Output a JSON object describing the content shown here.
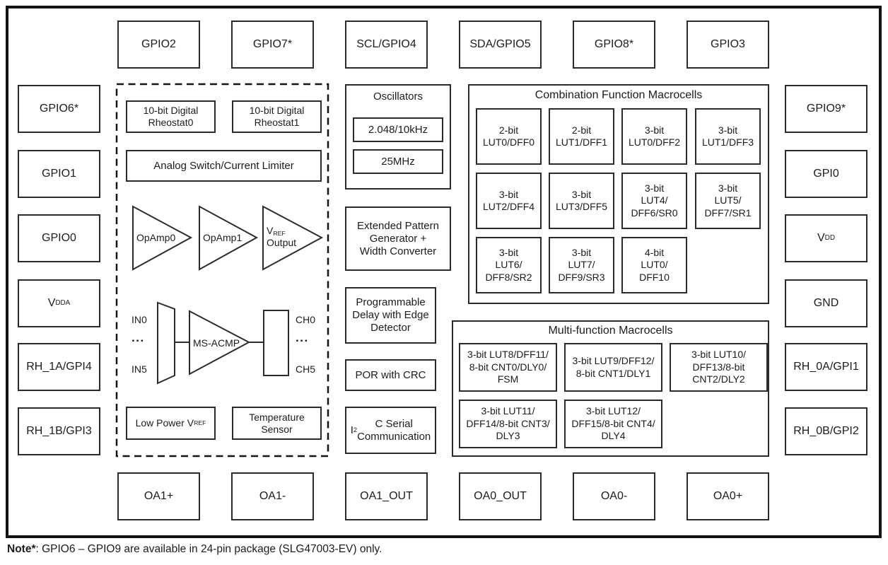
{
  "pins": {
    "top": [
      "GPIO2",
      "GPIO7*",
      "SCL/GPIO4",
      "SDA/GPIO5",
      "GPIO8*",
      "GPIO3"
    ],
    "left": [
      "GPIO6*",
      "GPIO1",
      "GPIO0",
      "V_{DDA}",
      "RH_1A/GPI4",
      "RH_1B/GPI3"
    ],
    "right": [
      "GPIO9*",
      "GPI0",
      "V_{DD}",
      "GND",
      "RH_0A/GPI1",
      "RH_0B/GPI2"
    ],
    "bottom": [
      "OA1+",
      "OA1-",
      "OA1_OUT",
      "OA0_OUT",
      "OA0-",
      "OA0+"
    ]
  },
  "analog": {
    "rheostat0": "10-bit Digital\nRheostat0",
    "rheostat1": "10-bit Digital\nRheostat1",
    "analog_switch": "Analog Switch/Current Limiter",
    "opamp0": "OpAmp0",
    "opamp1": "OpAmp1",
    "vref_output": "V_{REF}\nOutput",
    "acmp": "MS-ACMP",
    "mux_in_top": "IN0",
    "mux_in_dots": "...",
    "mux_in_bottom": "IN5",
    "ch_top": "CH0",
    "ch_dots": "...",
    "ch_bottom": "CH5",
    "low_power_vref": "Low Power V_{REF}",
    "temp_sensor": "Temperature\nSensor"
  },
  "middle": {
    "oscillators_title": "Oscillators",
    "osc_low": "2.048/10kHz",
    "osc_high": "25MHz",
    "pattern_generator": "Extended Pattern\nGenerator +\nWidth Converter",
    "prog_delay": "Programmable\nDelay with Edge\nDetector",
    "por": "POR with CRC",
    "i2c": "I^{2}C Serial\nCommunication"
  },
  "combination": {
    "title": "Combination Function Macrocells",
    "cells": [
      "2-bit\nLUT0/DFF0",
      "2-bit\nLUT1/DFF1",
      "3-bit\nLUT0/DFF2",
      "3-bit\nLUT1/DFF3",
      "3-bit\nLUT2/DFF4",
      "3-bit\nLUT3/DFF5",
      "3-bit\nLUT4/\nDFF6/SR0",
      "3-bit\nLUT5/\nDFF7/SR1",
      "3-bit\nLUT6/\nDFF8/SR2",
      "3-bit\nLUT7/\nDFF9/SR3",
      "4-bit\nLUT0/\nDFF10"
    ]
  },
  "multifunction": {
    "title": "Multi-function Macrocells",
    "cells": [
      "3-bit LUT8/DFF11/\n8-bit CNT0/DLY0/\nFSM",
      "3-bit LUT9/DFF12/\n8-bit CNT1/DLY1",
      "3-bit LUT10/\nDFF13/8-bit\nCNT2/DLY2",
      "3-bit LUT11/\nDFF14/8-bit CNT3/\nDLY3",
      "3-bit LUT12/\nDFF15/8-bit CNT4/\nDLY4"
    ]
  },
  "note": {
    "prefix": "Note*",
    "text": ": GPIO6 – GPIO9 are available in 24-pin package (SLG47003-EV) only."
  },
  "colors": {
    "border": "#2b2b2b",
    "outer_border": "#141414",
    "text": "#1c1c1c",
    "background": "#ffffff"
  }
}
